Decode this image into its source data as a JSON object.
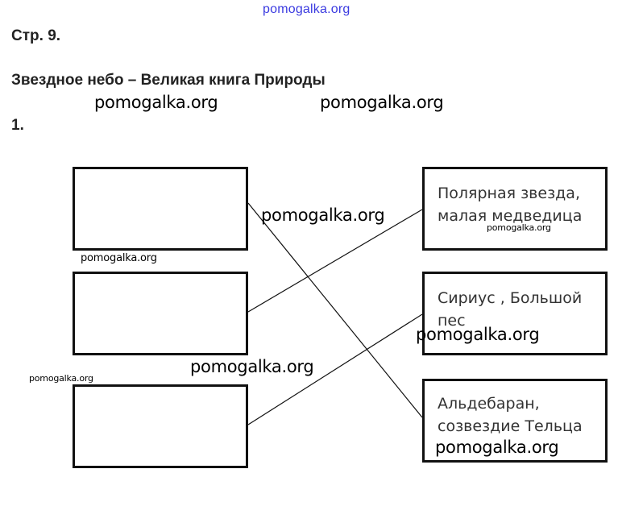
{
  "header": {
    "site": "pomogalka.org"
  },
  "page": {
    "number": "Стр. 9.",
    "title": "Звездное небо – Великая книга Природы",
    "task_number": "1."
  },
  "watermarks": {
    "top_left": "pomogalka.org",
    "top_right": "pomogalka.org",
    "middle": "pomogalka.org",
    "under_box_1": "pomogalka.org",
    "under_box_2": "pomogalka.org",
    "left_margin": "pomogalka.org",
    "inside_answer_1": "pomogalka.org",
    "inside_answer_2": "pomogalka.org",
    "inside_answer_3": "pomogalka.org"
  },
  "answers": [
    {
      "line1": "Полярная звезда,",
      "line2": "малая медведица"
    },
    {
      "line1": "Сириус , Большой",
      "line2": "пес"
    },
    {
      "line1": "Альдебаран,",
      "line2": "созвездие Тельца"
    }
  ]
}
